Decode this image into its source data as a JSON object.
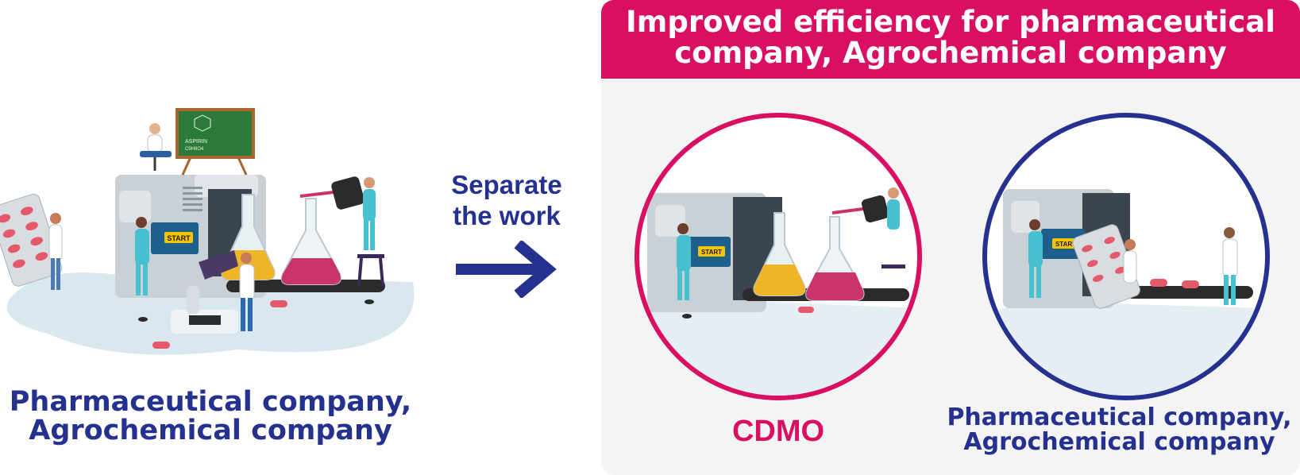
{
  "left": {
    "caption_line1": "Pharmaceutical company,",
    "caption_line2": "Agrochemical company",
    "board_text": "ASPIRIN",
    "board_formula": "C9H8O4",
    "screen_label": "START"
  },
  "middle": {
    "label_line1": "Separate",
    "label_line2": "the work"
  },
  "right": {
    "banner_line1": "Improved efficiency for pharmaceutical",
    "banner_line2": "company, Agrochemical company",
    "cdmo": {
      "caption": "CDMO",
      "screen_label": "START"
    },
    "pharma": {
      "caption_line1": "Pharmaceutical company,",
      "caption_line2": "Agrochemical company",
      "screen_label": "START"
    }
  },
  "colors": {
    "navy": "#25318e",
    "magenta": "#d90f63",
    "panel_bg": "#f4f4f4"
  }
}
